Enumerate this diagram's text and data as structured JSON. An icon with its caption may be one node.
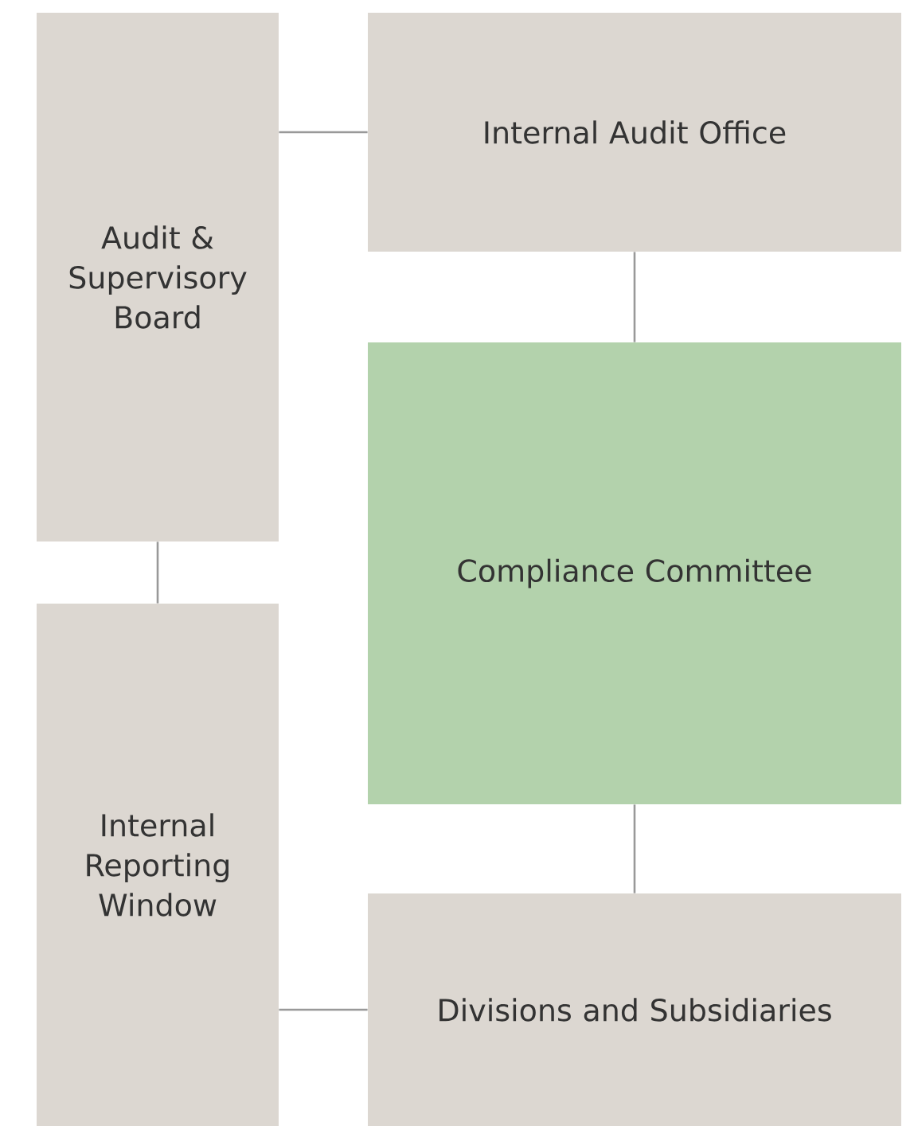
{
  "diagram": {
    "nodes": [
      {
        "text": [
          "Audit & Supervisory Board"
        ]
      },
      {
        "text": [
          "Internal Reporting Window"
        ]
      },
      {
        "text": [
          "Internal Audit Office"
        ]
      },
      {
        "text": [
          "Compliance Committee"
        ]
      },
      {
        "text": [
          "Divisions and Subsidiaries"
        ]
      }
    ],
    "edges": [
      {
        "from": 0,
        "to": 2,
        "arrow": "none"
      },
      {
        "from": 2,
        "to": 3,
        "arrow": "none"
      },
      {
        "from": 3,
        "to": 4,
        "arrow": "none"
      },
      {
        "from": 0,
        "to": 1,
        "arrow": "none"
      },
      {
        "from": 1,
        "to": 4,
        "arrow": "none"
      }
    ]
  }
}
